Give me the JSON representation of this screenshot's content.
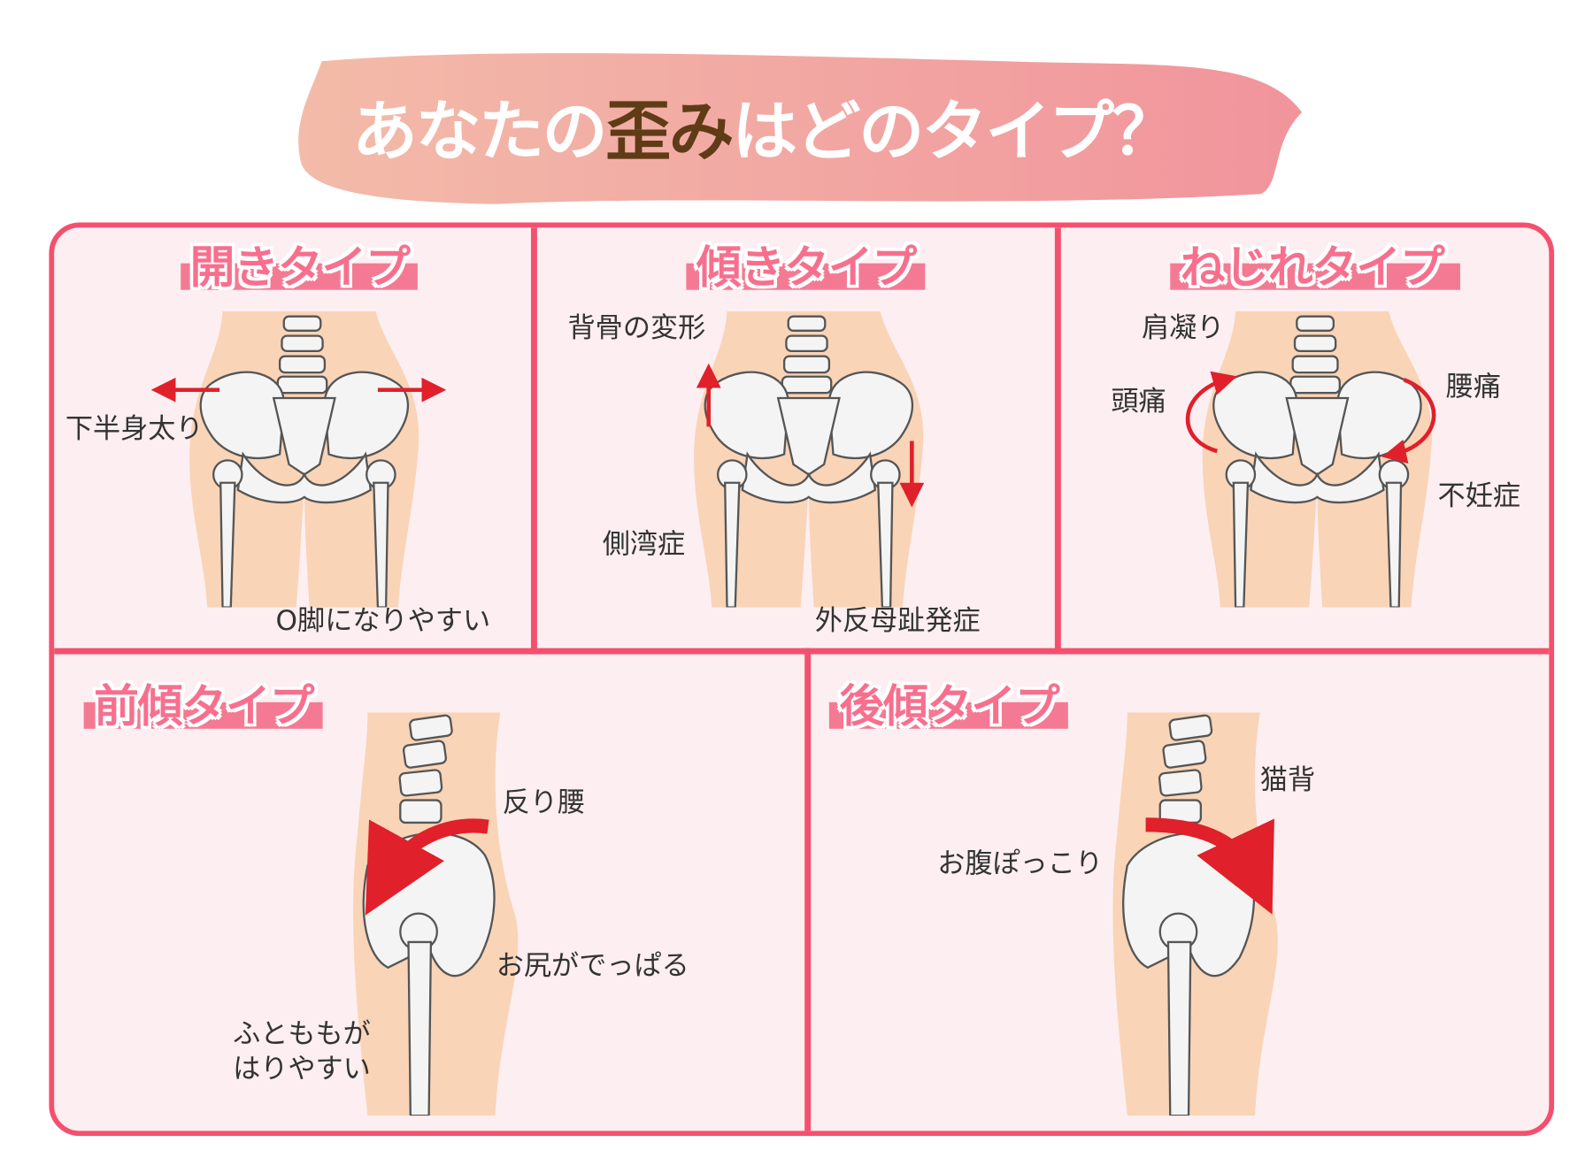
{
  "title": {
    "pre": "あなたの",
    "emphasis": "歪み",
    "post": "はどのタイプ？"
  },
  "panels": [
    {
      "heading": "開きタイプ",
      "labels": [
        "下半身太り",
        "O脚になりやすい"
      ]
    },
    {
      "heading": "傾きタイプ",
      "labels": [
        "背骨の変形",
        "側湾症",
        "外反母趾発症"
      ]
    },
    {
      "heading": "ねじれタイプ",
      "labels": [
        "肩凝り",
        "頭痛",
        "腰痛",
        "不妊症"
      ]
    },
    {
      "heading": "前傾タイプ",
      "labels": [
        "反り腰",
        "お尻がでっぱる",
        "ふとももが",
        "はりやすい"
      ]
    },
    {
      "heading": "後傾タイプ",
      "labels": [
        "猫背",
        "お腹ぽっこり"
      ]
    }
  ],
  "colors": {
    "border": "#f4506e",
    "panel": "#fdeef1",
    "heading": "#f86f8e",
    "arrow": "#e0202a",
    "skin": "#f9d4b7"
  }
}
